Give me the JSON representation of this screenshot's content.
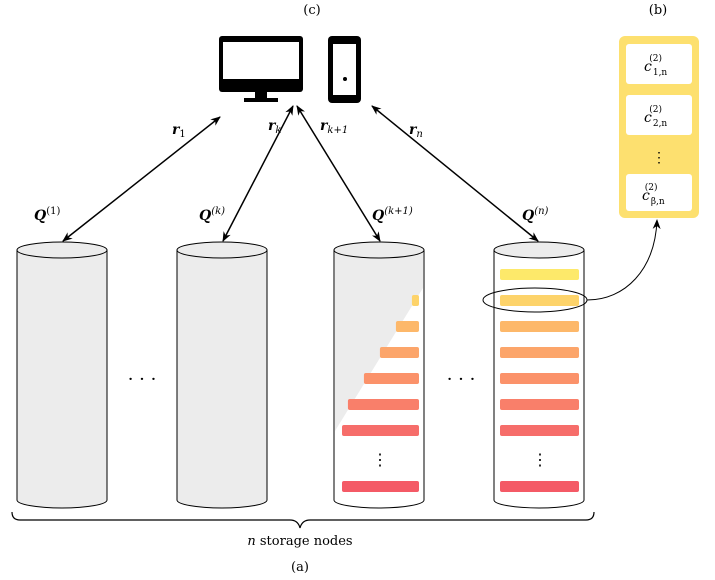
{
  "labels": {
    "top": "(c)",
    "side": "(b)",
    "bottom": "(a)"
  },
  "brace_label": {
    "var": "n",
    "text": " storage nodes"
  },
  "dots": "· · ·",
  "vdots": "⋮",
  "links": [
    {
      "sym": "r",
      "sub": "1"
    },
    {
      "sym": "r",
      "sub": "k"
    },
    {
      "sym": "r",
      "sub": "k+1"
    },
    {
      "sym": "r",
      "sub": "n"
    }
  ],
  "nodes": [
    {
      "sym": "Q",
      "sup": "(1)"
    },
    {
      "sym": "Q",
      "sup": "(k)"
    },
    {
      "sym": "Q",
      "sup": "(k+1)"
    },
    {
      "sym": "Q",
      "sup": "(n)"
    }
  ],
  "panel_items": [
    {
      "sym": "c",
      "sub": "1,n",
      "sup": "(2)"
    },
    {
      "sym": "c",
      "sub": "2,n",
      "sup": "(2)"
    },
    {
      "sym": "c",
      "sub": "β,n",
      "sup": "(2)"
    }
  ],
  "colors": {
    "cylinder_fill": "#ececec",
    "panel": "#fde06f",
    "stripes": [
      "#fde96a",
      "#fdd36a",
      "#fdb86a",
      "#fca56a",
      "#fb926a",
      "#f97f6a",
      "#f66d6a",
      "#f45a66"
    ]
  }
}
